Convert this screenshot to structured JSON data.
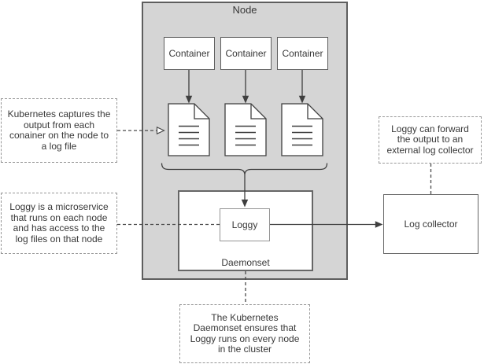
{
  "node": {
    "label": "Node"
  },
  "containers": [
    {
      "label": "Container"
    },
    {
      "label": "Container"
    },
    {
      "label": "Container"
    }
  ],
  "log_files": {
    "icon": "log-file-icon",
    "count": 3
  },
  "daemonset": {
    "label": "Daemonset"
  },
  "loggy": {
    "label": "Loggy"
  },
  "log_collector": {
    "label": "Log collector"
  },
  "annotations": {
    "capture": "Kubernetes captures the\noutput from each\nconainer on the node to\na log file",
    "microservice": "Loggy is a microservice\nthat runs on each node\nand has access to the\nlog files on that node",
    "forward": "Loggy can forward\nthe output to an\nexternal log collector",
    "daemonset_note": "The Kubernetes\nDaemonset ensures that\nLoggy runs on every node\nin the cluster"
  },
  "colors": {
    "node_fill": "#d5d5d5",
    "line": "#3f3f3f",
    "box_border": "#616161",
    "dashed_border": "#979797"
  }
}
